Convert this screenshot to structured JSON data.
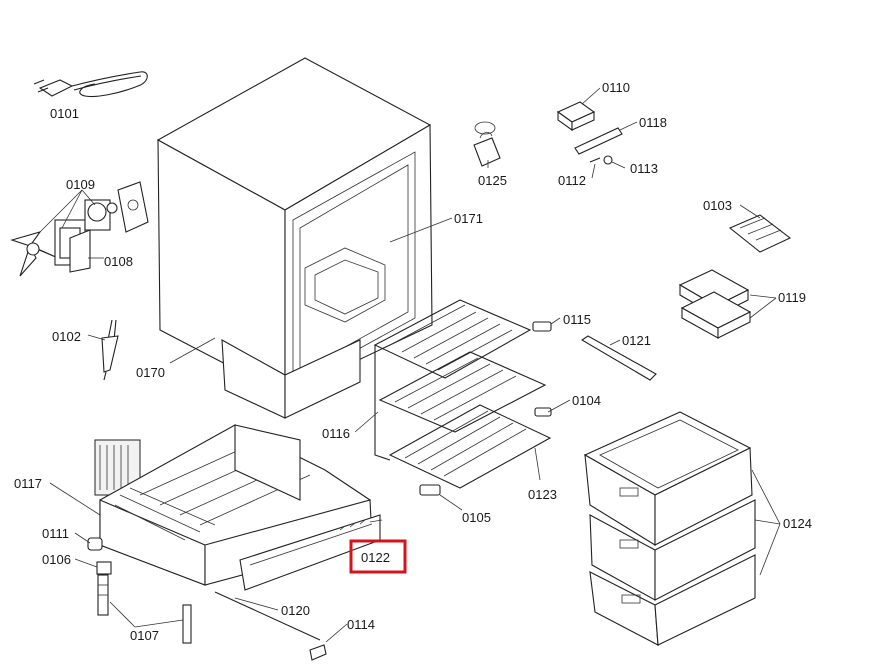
{
  "parts": [
    {
      "id": "p0101",
      "label": "0101"
    },
    {
      "id": "p0109",
      "label": "0109"
    },
    {
      "id": "p0108",
      "label": "0108"
    },
    {
      "id": "p0102",
      "label": "0102"
    },
    {
      "id": "p0170",
      "label": "0170"
    },
    {
      "id": "p0117",
      "label": "0117"
    },
    {
      "id": "p0111",
      "label": "0111"
    },
    {
      "id": "p0106",
      "label": "0106"
    },
    {
      "id": "p0107",
      "label": "0107"
    },
    {
      "id": "p0120",
      "label": "0120"
    },
    {
      "id": "p0114",
      "label": "0114"
    },
    {
      "id": "p0122",
      "label": "0122"
    },
    {
      "id": "p0116",
      "label": "0116"
    },
    {
      "id": "p0105",
      "label": "0105"
    },
    {
      "id": "p0123",
      "label": "0123"
    },
    {
      "id": "p0104",
      "label": "0104"
    },
    {
      "id": "p0115",
      "label": "0115"
    },
    {
      "id": "p0121",
      "label": "0121"
    },
    {
      "id": "p0124",
      "label": "0124"
    },
    {
      "id": "p0119",
      "label": "0119"
    },
    {
      "id": "p0103",
      "label": "0103"
    },
    {
      "id": "p0171",
      "label": "0171"
    },
    {
      "id": "p0125",
      "label": "0125"
    },
    {
      "id": "p0110",
      "label": "0110"
    },
    {
      "id": "p0118",
      "label": "0118"
    },
    {
      "id": "p0112",
      "label": "0112"
    },
    {
      "id": "p0113",
      "label": "0113"
    }
  ],
  "highlighted_part": "0122",
  "colors": {
    "highlight": "#d6121b",
    "line": "#222222"
  }
}
